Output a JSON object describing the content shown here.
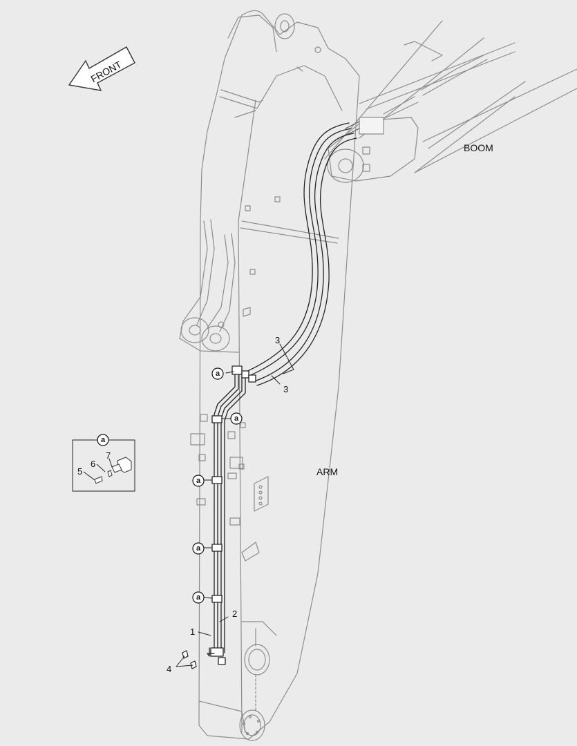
{
  "front_arrow": {
    "label": "FRONT"
  },
  "components": {
    "boom": "BOOM",
    "arm": "ARM"
  },
  "callouts": {
    "hose_a": "3",
    "hose_b": "3",
    "pipe_1": "1",
    "pipe_2": "2",
    "bolts": "4",
    "bolt": "5",
    "washer": "6",
    "clamp": "7"
  },
  "detail_marker": "a"
}
